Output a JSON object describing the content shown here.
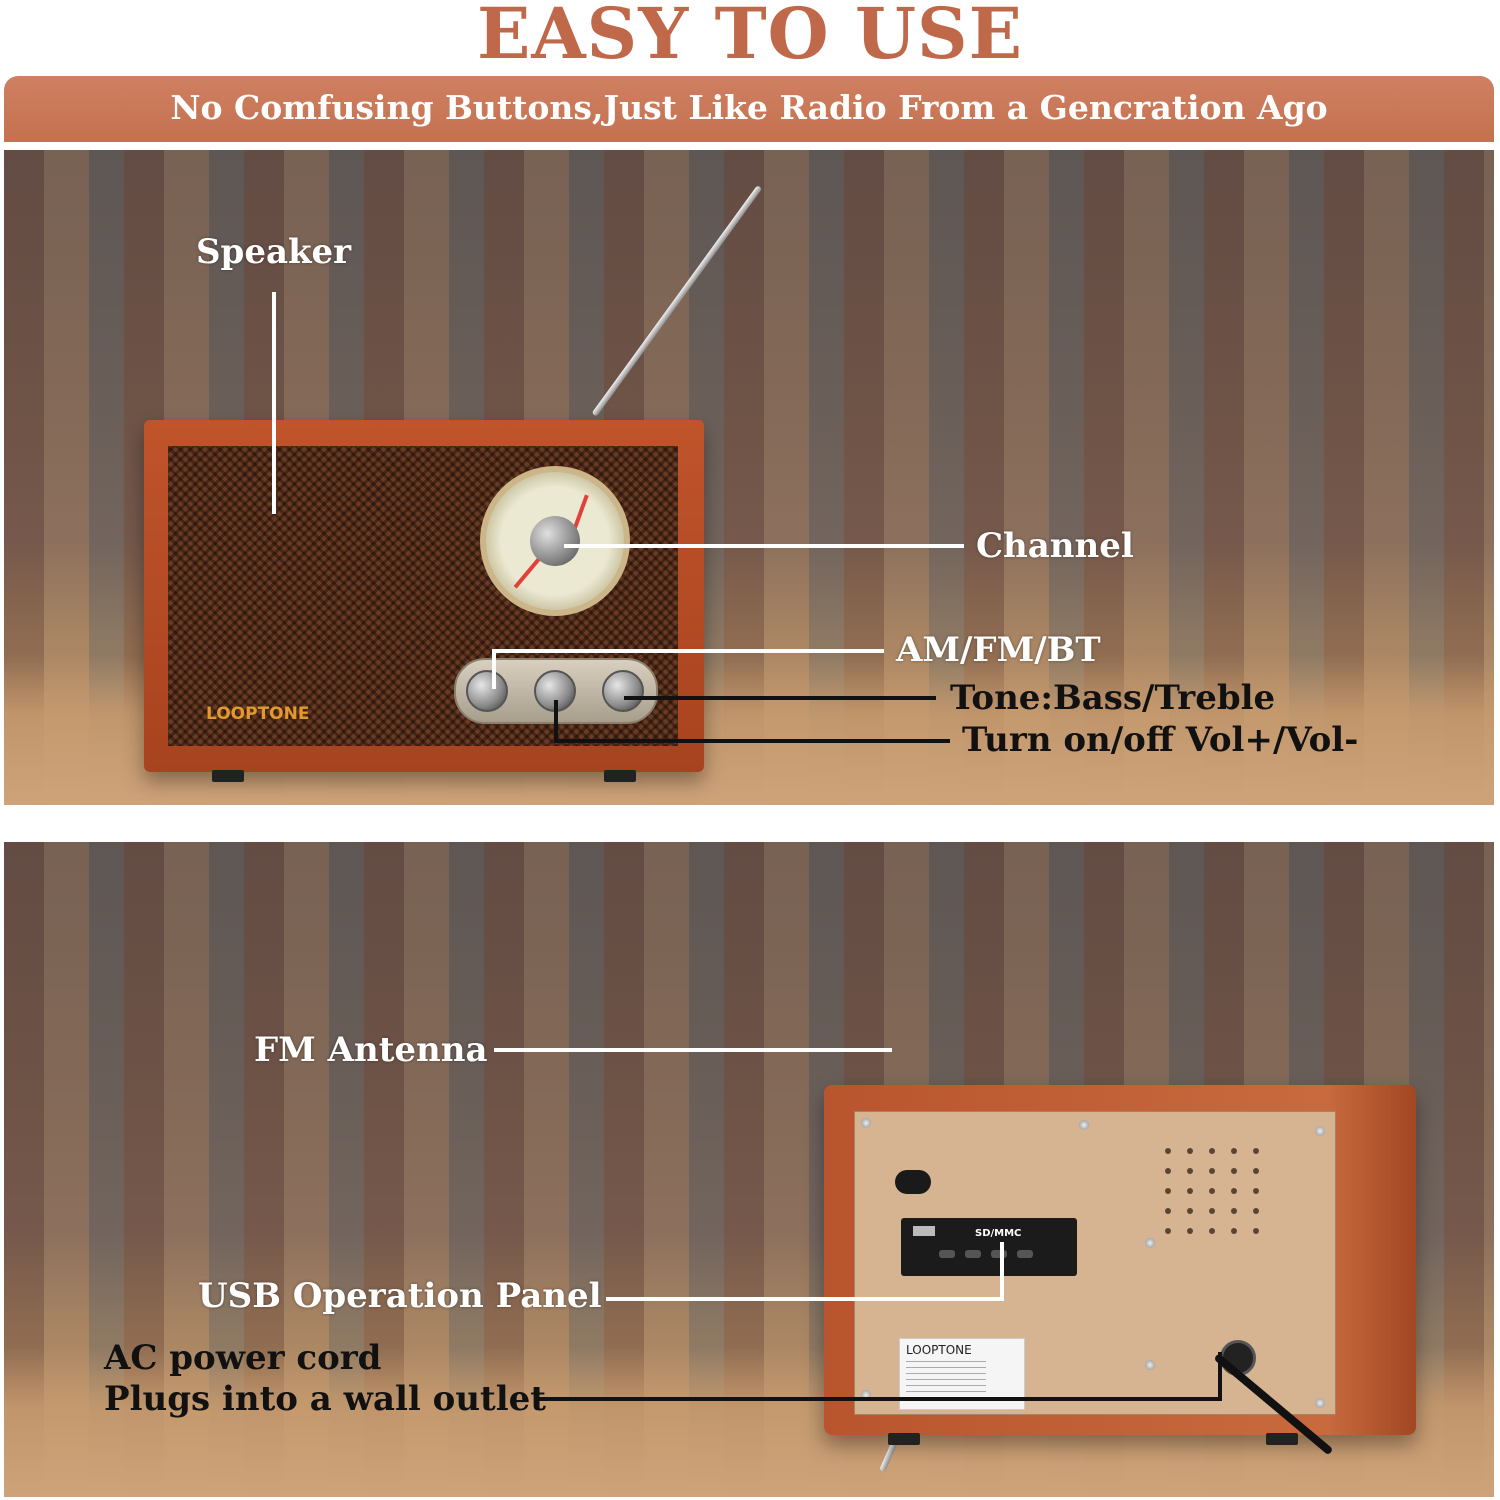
{
  "header": {
    "headline": "EASY TO USE",
    "subheadline": "No Comfusing Buttons,Just Like Radio From a Gencration Ago"
  },
  "front_view": {
    "brand_logo": "LOOPTONE",
    "callouts": {
      "speaker": "Speaker",
      "channel": "Channel",
      "band": "AM/FM/BT",
      "tone": "Tone:Bass/Treble",
      "power_volume": "Turn on/off Vol+/Vol-"
    }
  },
  "back_view": {
    "callouts": {
      "antenna": "FM Antenna",
      "usb_panel": "USB Operation Panel",
      "ac_line1": "AC power cord",
      "ac_line2": "Plugs into a wall outlet"
    }
  },
  "colors": {
    "accent": "#c0694a",
    "banner": "#c4714f",
    "wood": "#b24a24"
  }
}
